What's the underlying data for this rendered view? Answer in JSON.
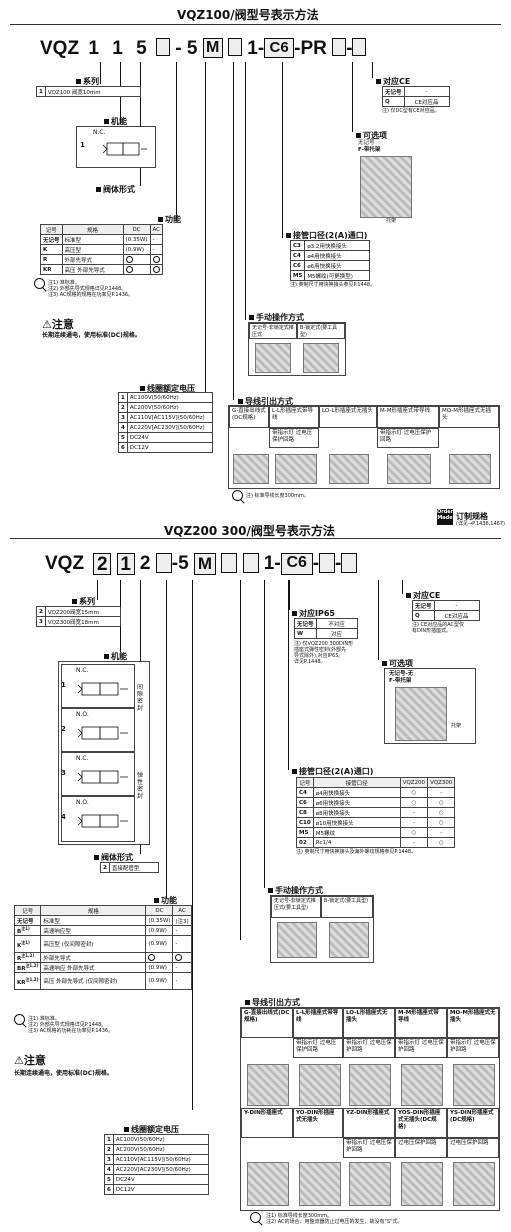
{
  "s1": {
    "title": "VQZ100/阀型号表示方法",
    "model_prefix": "VQZ",
    "seg1": "1",
    "seg2": "1",
    "seg3": "5",
    "seg4": "5",
    "seg5": "M",
    "seg6": "1",
    "seg7": "C6",
    "seg8": "PR",
    "series": {
      "label": "系列",
      "rows": [
        [
          "1",
          "VQZ100 阀宽10mm"
        ]
      ]
    },
    "function": {
      "label": "机能",
      "code": "1",
      "nc": "N.C."
    },
    "body": {
      "label": "阀体形式"
    },
    "func2": {
      "label": "功能",
      "headers": [
        "记号",
        "规格",
        "DC",
        "AC"
      ],
      "rows": [
        [
          "无记号",
          "标准型",
          "(0.35W)",
          "-"
        ],
        [
          "K",
          "高压型",
          "(0.9W)",
          "-"
        ],
        [
          "R",
          "外部先导式",
          "",
          ""
        ],
        [
          "KR",
          "高压  外部先导式",
          "",
          ""
        ]
      ],
      "sup": [
        "",
        "",
        "注1)",
        "注1)"
      ]
    },
    "notes1": [
      "注1) 准标准。",
      "注2) 外部先导式规格详见P.1448。",
      "注3) AC规格的规格在功率见P.1436。"
    ],
    "caution_title": "⚠注意",
    "caution_text": "长期连续通电，使用标准(DC)规格。",
    "voltage": {
      "label": "线圈额定电压",
      "rows": [
        [
          "1",
          "AC100V(50/60Hz)"
        ],
        [
          "2",
          "AC200V(50/60Hz)"
        ],
        [
          "3",
          "AC110V[AC115V](50/60Hz)"
        ],
        [
          "4",
          "AC220V[AC230V](50/60Hz)"
        ],
        [
          "5",
          "DC24V"
        ],
        [
          "6",
          "DC12V"
        ]
      ]
    },
    "ce": {
      "label": "对应CE",
      "rows": [
        [
          "无记号",
          "-"
        ],
        [
          "Q",
          "CE对应品"
        ]
      ],
      "note": "注) 仅DC型有CE对应品。"
    },
    "option": {
      "label": "可选项",
      "l1": "无记号",
      "l2": "F-带托架",
      "tag": "托架"
    },
    "port": {
      "label": "接管口径(2(A)通口)",
      "rows": [
        [
          "C3",
          "ø3.2用快换接头"
        ],
        [
          "C4",
          "ø4用快换接头"
        ],
        [
          "C6",
          "ø6用快换接头"
        ],
        [
          "M5",
          "M5螺纹(可更换型)"
        ]
      ],
      "note": "注) 英制尺寸用快换接头参见P.1448。"
    },
    "manual": {
      "label": "手动操作方式",
      "a": "无记号-非锁定式推压式",
      "b": "B-锁定式(要工具型)"
    },
    "wiring": {
      "label": "导线引出方式",
      "cols": [
        "G-直接出线式(DC规格)",
        "L-L形插座式带导线",
        "LO-L形插座式无插头",
        "M-M形插座式带导线",
        "MO-M形插座式无插头"
      ],
      "sub": [
        "",
        "带指示灯 过电压保护回路",
        "",
        "带指示灯 过电压保护回路",
        ""
      ],
      "note": "注) 标准导线长度300mm。"
    },
    "order": {
      "t1": "Order",
      "t2": "Made",
      "label": "订制规格",
      "sub": "(详见→P.1436,1467)"
    }
  },
  "s2": {
    "title": "VQZ200 300/阀型号表示方法",
    "model_prefix": "VQZ",
    "seg1": "2",
    "seg2": "1",
    "seg3": "2",
    "seg4": "5",
    "seg5": "M",
    "seg6": "1",
    "seg7": "C6",
    "series": {
      "label": "系列",
      "rows": [
        [
          "2",
          "VQZ200阀宽15mm"
        ],
        [
          "3",
          "VQZ300阀宽18mm"
        ]
      ]
    },
    "function": {
      "label": "机能",
      "items": [
        [
          "1",
          "N.C."
        ],
        [
          "2",
          "N.O."
        ],
        [
          "3",
          "N.C."
        ],
        [
          "4",
          "N.O."
        ]
      ],
      "side": [
        "间隙密封",
        "弹性密封"
      ]
    },
    "body": {
      "label": "阀体形式",
      "rows": [
        [
          "2",
          "直接配管型"
        ]
      ]
    },
    "func2": {
      "label": "功能",
      "headers": [
        "记号",
        "规格",
        "DC",
        "AC"
      ],
      "rows": [
        [
          "无记号",
          "标准型",
          "(0.35W)",
          "(注3)"
        ],
        [
          "B",
          "高速响应型",
          "(0.9W)",
          "-"
        ],
        [
          "K",
          "高压型 (仅间隙密封)",
          "(0.9W)",
          "-"
        ],
        [
          "R",
          "外部先导式",
          "",
          ""
        ],
        [
          "BR",
          "高速响应 外部先导式",
          "(0.9W)",
          "-"
        ],
        [
          "KR",
          "高压 外部先导式 (仅间隙密封)",
          "(0.9W)",
          "-"
        ]
      ],
      "sup": [
        "",
        "注1)",
        "注1)",
        "注1,2)",
        "注1,2)",
        "注1,2)"
      ]
    },
    "notes1": [
      "注1) 准标准。",
      "注2) 外部先导式规格详见P.1448。",
      "注3) AC规格的功耗在功率见P.1436。"
    ],
    "caution_title": "⚠注意",
    "caution_text": "长期连续通电，使用标准(DC)规格。",
    "voltage": {
      "label": "线圈额定电压",
      "rows": [
        [
          "1",
          "AC100V(50/60Hz)"
        ],
        [
          "2",
          "AC200V(50/60Hz)"
        ],
        [
          "3",
          "AC110V[AC115V](50/60Hz)"
        ],
        [
          "4",
          "AC220V[AC230V](50/60Hz)"
        ],
        [
          "5",
          "DC24V"
        ],
        [
          "6",
          "DC12V"
        ]
      ]
    },
    "ip65": {
      "label": "对应IP65",
      "rows": [
        [
          "无记号",
          "不对应"
        ],
        [
          "W",
          "对应"
        ]
      ],
      "note": [
        "注) 仅VQZ200 300DIN形",
        "插座式弹性密封(外部先",
        "导式除外),对应IP65。",
        "详见P.1448。"
      ]
    },
    "ce": {
      "label": "对应CE",
      "rows": [
        [
          "无记号",
          "-"
        ],
        [
          "Q",
          "CE对应品"
        ]
      ],
      "note": [
        "注) CE对应品的AC型仅",
        "有DIN形插座式。"
      ]
    },
    "option": {
      "label": "可选项",
      "l1": "无记号-无",
      "l2": "F-带托架",
      "tag": "托架"
    },
    "port": {
      "label": "接管口径(2(A)通口)",
      "headers": [
        "记号",
        "接管口径",
        "VQZ200",
        "VQZ300"
      ],
      "rows": [
        [
          "C4",
          "ø4用快换接头",
          "○",
          "-"
        ],
        [
          "C6",
          "ø6用快换接头",
          "○",
          "○"
        ],
        [
          "C8",
          "ø8用快换接头",
          "-",
          "○"
        ],
        [
          "C10",
          "ø10用快换接头",
          "-",
          "○"
        ],
        [
          "M5",
          "M5螺纹",
          "○",
          "-"
        ],
        [
          "02",
          "Rc1/4",
          "-",
          "○"
        ]
      ],
      "note": "注) 英制尺寸用快换接头及海外螺纹规格参见P.1448。"
    },
    "manual": {
      "label": "手动操作方式",
      "a": "无记号-非锁定式推压式(要工具型)",
      "b": "B-锁定式(要工具型)"
    },
    "wiring": {
      "label": "导线引出方式",
      "row1": [
        "G-直接出线式(DC规格)",
        "L-L形插座式带导线",
        "LO-L形插座式无插头",
        "M-M形插座式带导线",
        "MO-M形插座式无插头"
      ],
      "row1sub": [
        "",
        "带指示灯 过电压保护回路",
        "带指示灯 过电压保护回路",
        "带指示灯 过电压保护回路",
        "带指示灯 过电压保护回路"
      ],
      "row2": [
        "Y-DIN形插座式",
        "YO-DIN形插座式无插头",
        "YZ-DIN形插座式",
        "YOS-DIN形插座式无插头(DC规格)",
        "YS-DIN形插座式(DC规格)"
      ],
      "row2sub": [
        "",
        "",
        "带指示灯 过电压保护回路",
        "过电压保护回路",
        "过电压保护回路"
      ],
      "note": [
        "注1) 标准导线长度300mm。",
        "注2) AC的场合、用整流器防止过电压的发生、故没有\"S\"式。"
      ]
    }
  }
}
